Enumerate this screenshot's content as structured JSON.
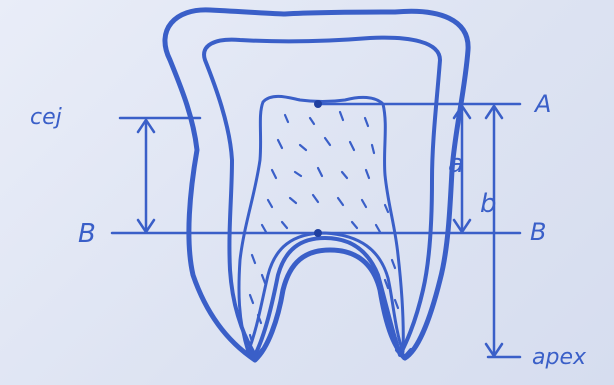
{
  "labels": {
    "cej": "cej",
    "a_upper": "A",
    "a_lower": "a",
    "b_lower": "b",
    "b_left": "B",
    "b_right": "B",
    "apex": "apex"
  },
  "colors": {
    "ink": "#3a5fc8",
    "paper": "#e3e8f5"
  }
}
